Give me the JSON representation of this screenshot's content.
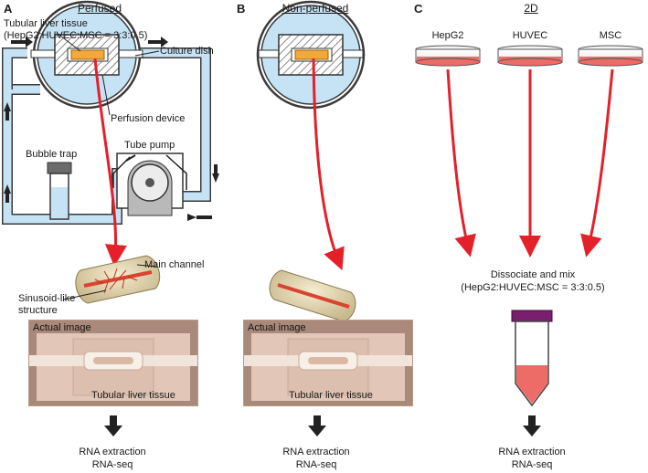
{
  "panels": {
    "a": {
      "letter": "A",
      "title": "Perfused",
      "label_tissue_line1": "Tubular liver tissue",
      "label_tissue_line2": "(HepG2:HUVEC:MSC = 3:3:0.5)",
      "label_dish": "Culture dish",
      "label_device": "Perfusion device",
      "label_bubble": "Bubble trap",
      "label_pump": "Tube pump",
      "label_main_channel": "Main channel",
      "label_sinusoid_line1": "Sinusoid-like",
      "label_sinusoid_line2": "structure",
      "photo_label": "Actual image",
      "photo_tissue_label": "Tubular liver tissue",
      "step1": "RNA extraction",
      "step2": "RNA-seq"
    },
    "b": {
      "letter": "B",
      "title": "Non-perfused",
      "photo_label": "Actual image",
      "photo_tissue_label": "Tubular liver tissue",
      "step1": "RNA extraction",
      "step2": "RNA-seq"
    },
    "c": {
      "letter": "C",
      "title": "2D",
      "dishes": [
        "HepG2",
        "HUVEC",
        "MSC"
      ],
      "mix_line1": "Dissociate and mix",
      "mix_line2": "(HepG2:HUVEC:MSC = 3:3:0.5)",
      "step1": "RNA extraction",
      "step2": "RNA-seq"
    }
  },
  "colors": {
    "arrow_red": "#e4202a",
    "tube_blue": "#c6e3f5",
    "tissue_orange": "#f3a93a",
    "medium_pink": "#ee6c68",
    "cap_purple": "#7a1e6e",
    "photo_bg": "#a9897a"
  }
}
